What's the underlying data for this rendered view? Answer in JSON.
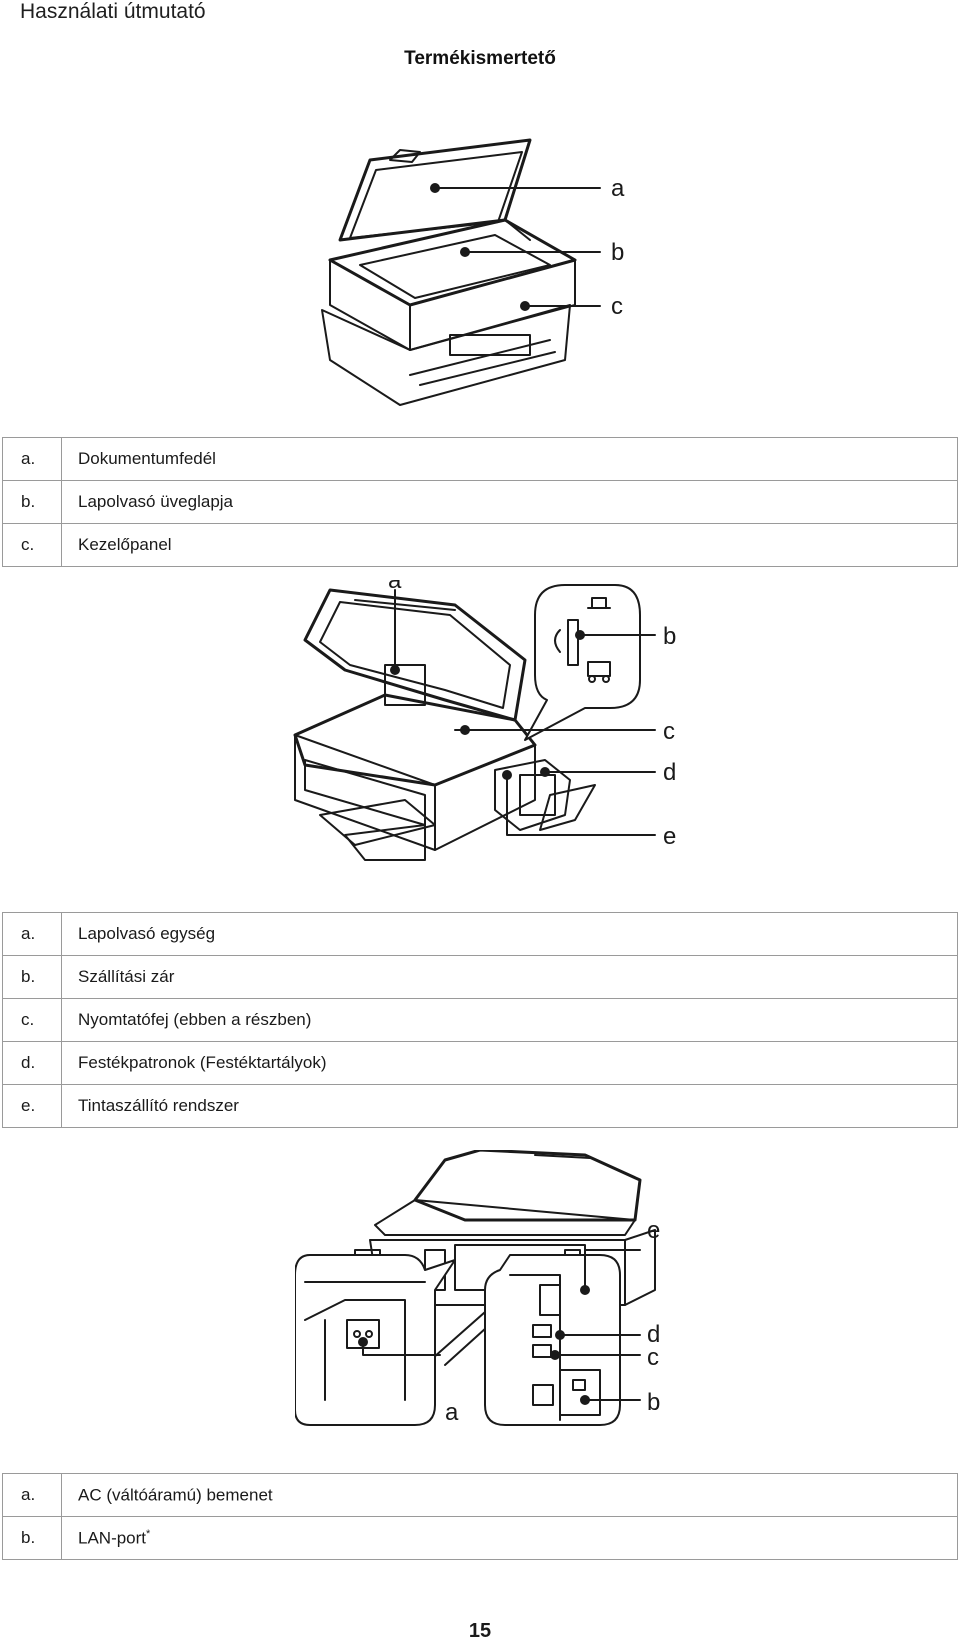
{
  "header": {
    "title": "Használati útmutató"
  },
  "section": {
    "title": "Termékismertető"
  },
  "figure1": {
    "labels": [
      "a",
      "b",
      "c"
    ]
  },
  "table1": {
    "rows": [
      {
        "key": "a.",
        "text": "Dokumentumfedél"
      },
      {
        "key": "b.",
        "text": "Lapolvasó üveglapja"
      },
      {
        "key": "c.",
        "text": "Kezelőpanel"
      }
    ]
  },
  "figure2": {
    "labels": [
      "a",
      "b",
      "c",
      "d",
      "e"
    ]
  },
  "table2": {
    "rows": [
      {
        "key": "a.",
        "text": "Lapolvasó egység"
      },
      {
        "key": "b.",
        "text": "Szállítási zár"
      },
      {
        "key": "c.",
        "text": "Nyomtatófej (ebben a részben)"
      },
      {
        "key": "d.",
        "text": "Festékpatronok (Festéktartályok)"
      },
      {
        "key": "e.",
        "text": "Tintaszállító rendszer"
      }
    ]
  },
  "figure3": {
    "labels": [
      "e",
      "d",
      "c",
      "b",
      "a"
    ]
  },
  "table3": {
    "rows": [
      {
        "key": "a.",
        "text": "AC (váltóáramú) bemenet",
        "mark": ""
      },
      {
        "key": "b.",
        "text": "LAN-port",
        "mark": "*"
      }
    ]
  },
  "footer": {
    "page_number": "15"
  }
}
